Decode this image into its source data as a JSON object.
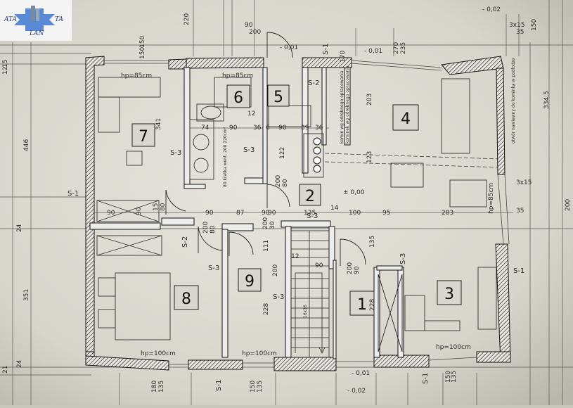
{
  "logo": {
    "left": "ATA",
    "right": "TA",
    "bottom": "LAN"
  },
  "rooms": [
    {
      "number": "7"
    },
    {
      "number": "6"
    },
    {
      "number": "5"
    },
    {
      "number": "4"
    },
    {
      "number": "2"
    },
    {
      "number": "8"
    },
    {
      "number": "9"
    },
    {
      "number": "1"
    },
    {
      "number": "3"
    }
  ],
  "wall_tags": [
    "S-1",
    "S-1",
    "S-1",
    "S-1",
    "S-1",
    "S-2",
    "S-2",
    "S-3",
    "S-3",
    "S-3",
    "S-3",
    "S-3",
    "S-3"
  ],
  "window_labels": [
    "hp=85cm",
    "hp=85cm",
    "hp=85cm",
    "hp=100cm",
    "hp=100cm",
    "hp=100cm"
  ],
  "levels": [
    "- 0,01",
    "- 0,01",
    "- 0,02",
    "- 0,02",
    "± 0,00",
    "- 0,01"
  ],
  "dimensions": [
    "446",
    "351",
    "341",
    "334,5",
    "203",
    "123",
    "122",
    "135",
    "228",
    "228",
    "111",
    "90",
    "90",
    "90",
    "90",
    "87",
    "90",
    "135",
    "14",
    "100",
    "95",
    "283",
    "74",
    "90",
    "36",
    "6",
    "90",
    "39",
    "36",
    "12",
    "220",
    "150",
    "15",
    "12",
    "24",
    "24",
    "21",
    "150",
    "170",
    "270",
    "235",
    "150",
    "180",
    "135",
    "150",
    "135",
    "150",
    "135",
    "200",
    "200",
    "80",
    "200",
    "80",
    "200",
    "90",
    "200",
    "30",
    "200",
    "12",
    "90",
    "15",
    "80",
    "90",
    "200",
    "3x15",
    "35",
    "3x15",
    "35",
    "220",
    "150"
  ],
  "notes": [
    "80 kratka went. 200 220cm²",
    "komin wg odrębnego opracowania",
    "kominek wg odrębnego opracowania",
    "otwór nawiewny do kominka w podłodze",
    "16x16"
  ]
}
